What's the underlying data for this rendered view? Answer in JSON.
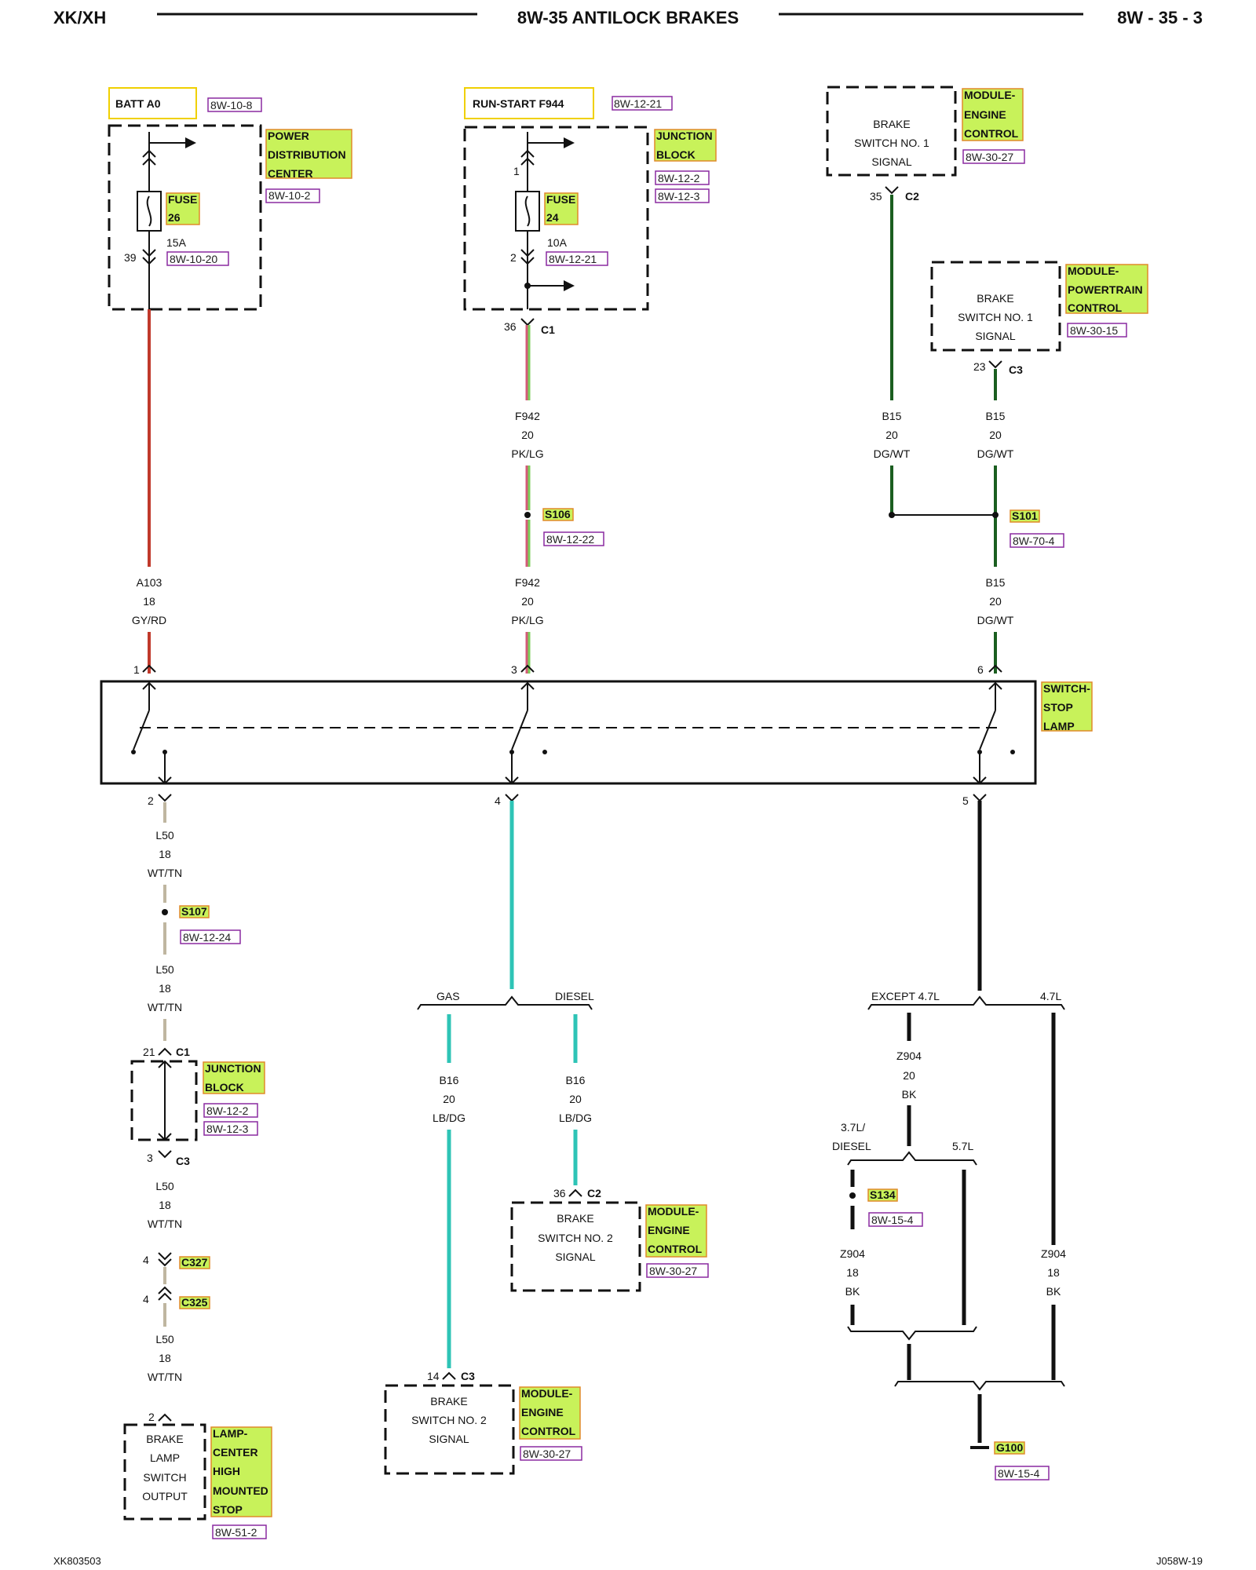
{
  "header": {
    "left": "XK/XH",
    "center": "8W-35 ANTILOCK BRAKES",
    "right": "8W - 35 - 3"
  },
  "footer": {
    "left": "XK803503",
    "right": "J058W-19"
  },
  "colors": {
    "wire_red": "#c0392b",
    "wire_pink_lg": "#d35a78",
    "wire_lg": "#7ccd5a",
    "wire_dg": "#1b5e20",
    "wire_white_tan": "#bfb6a0",
    "wire_lb_dg": "#2ec4b6",
    "wire_black": "#111111",
    "tag_fill": "#c8f25a",
    "tag_border": "#e08a2a",
    "ref_border": "#8a2aa0",
    "source_box_border": "#f0d000"
  },
  "sources": {
    "batt": {
      "label": "BATT A0",
      "ref": "8W-10-8"
    },
    "run_start": {
      "label": "RUN-START F944",
      "ref": "8W-12-21"
    }
  },
  "pdc": {
    "tag": [
      "POWER",
      "DISTRIBUTION",
      "CENTER"
    ],
    "ref": "8W-10-2",
    "fuse_tag": [
      "FUSE",
      "26"
    ],
    "fuse_amp": "15A",
    "fuse_ref": "8W-10-20",
    "pin": "39"
  },
  "jb_top": {
    "tag": [
      "JUNCTION",
      "BLOCK"
    ],
    "refs": [
      "8W-12-2",
      "8W-12-3"
    ],
    "fuse_tag": [
      "FUSE",
      "24"
    ],
    "fuse_amp": "10A",
    "fuse_ref": "8W-12-21",
    "pin_top": "1",
    "pin_bottom": "2",
    "conn_pin": "36",
    "conn": "C1"
  },
  "ecm_top": {
    "box": [
      "BRAKE",
      "SWITCH NO. 1",
      "SIGNAL"
    ],
    "tag": [
      "MODULE-",
      "ENGINE",
      "CONTROL"
    ],
    "ref": "8W-30-27",
    "pin": "35",
    "conn": "C2"
  },
  "pcm": {
    "box": [
      "BRAKE",
      "SWITCH NO. 1",
      "SIGNAL"
    ],
    "tag": [
      "MODULE-",
      "POWERTRAIN",
      "CONTROL"
    ],
    "ref": "8W-30-15",
    "pin": "23",
    "conn": "C3"
  },
  "wires": {
    "f942_a": [
      "F942",
      "20",
      "PK/LG"
    ],
    "f942_b": [
      "F942",
      "20",
      "PK/LG"
    ],
    "a103": [
      "A103",
      "18",
      "GY/RD"
    ],
    "b15_a": [
      "B15",
      "20",
      "DG/WT"
    ],
    "b15_b": [
      "B15",
      "20",
      "DG/WT"
    ],
    "b15_c": [
      "B15",
      "20",
      "DG/WT"
    ],
    "l50_a": [
      "L50",
      "18",
      "WT/TN"
    ],
    "l50_b": [
      "L50",
      "18",
      "WT/TN"
    ],
    "l50_c": [
      "L50",
      "18",
      "WT/TN"
    ],
    "l50_d": [
      "L50",
      "18",
      "WT/TN"
    ],
    "b16_gas": [
      "B16",
      "20",
      "LB/DG"
    ],
    "b16_diesel": [
      "B16",
      "20",
      "LB/DG"
    ],
    "z904_a": [
      "Z904",
      "20",
      "BK"
    ],
    "z904_b": [
      "Z904",
      "18",
      "BK"
    ],
    "z904_c": [
      "Z904",
      "18",
      "BK"
    ]
  },
  "splices": {
    "s106": {
      "label": "S106",
      "ref": "8W-12-22"
    },
    "s101": {
      "label": "S101",
      "ref": "8W-70-4"
    },
    "s107": {
      "label": "S107",
      "ref": "8W-12-24"
    },
    "s134": {
      "label": "S134",
      "ref": "8W-15-4"
    }
  },
  "switch": {
    "tag": [
      "SWITCH-",
      "STOP",
      "LAMP"
    ],
    "pins_top": [
      "1",
      "3",
      "6"
    ],
    "pins_bottom": [
      "2",
      "4",
      "5"
    ]
  },
  "jb_bottom": {
    "tag": [
      "JUNCTION",
      "BLOCK"
    ],
    "refs": [
      "8W-12-2",
      "8W-12-3"
    ],
    "pin_top": "21",
    "conn_top": "C1",
    "pin_bottom": "3",
    "conn_bottom": "C3"
  },
  "connectors": {
    "c327": {
      "pin": "4",
      "label": "C327"
    },
    "c325": {
      "pin": "4",
      "label": "C325"
    }
  },
  "chmsl": {
    "box": [
      "BRAKE",
      "LAMP",
      "SWITCH",
      "OUTPUT"
    ],
    "tag": [
      "LAMP-",
      "CENTER",
      "HIGH",
      "MOUNTED",
      "STOP"
    ],
    "ref": "8W-51-2",
    "pin": "2"
  },
  "branches": {
    "gas": "GAS",
    "diesel": "DIESEL",
    "except47": "EXCEPT 4.7L",
    "l47": "4.7L",
    "l37_line1": "3.7L/",
    "l37_line2": "DIESEL",
    "l57": "5.7L"
  },
  "ecm_c2": {
    "box": [
      "BRAKE",
      "SWITCH NO. 2",
      "SIGNAL"
    ],
    "tag": [
      "MODULE-",
      "ENGINE",
      "CONTROL"
    ],
    "ref": "8W-30-27",
    "pin": "36",
    "conn": "C2"
  },
  "ecm_c3": {
    "box": [
      "BRAKE",
      "SWITCH NO. 2",
      "SIGNAL"
    ],
    "tag": [
      "MODULE-",
      "ENGINE",
      "CONTROL"
    ],
    "ref": "8W-30-27",
    "pin": "14",
    "conn": "C3"
  },
  "ground": {
    "label": "G100",
    "ref": "8W-15-4"
  }
}
